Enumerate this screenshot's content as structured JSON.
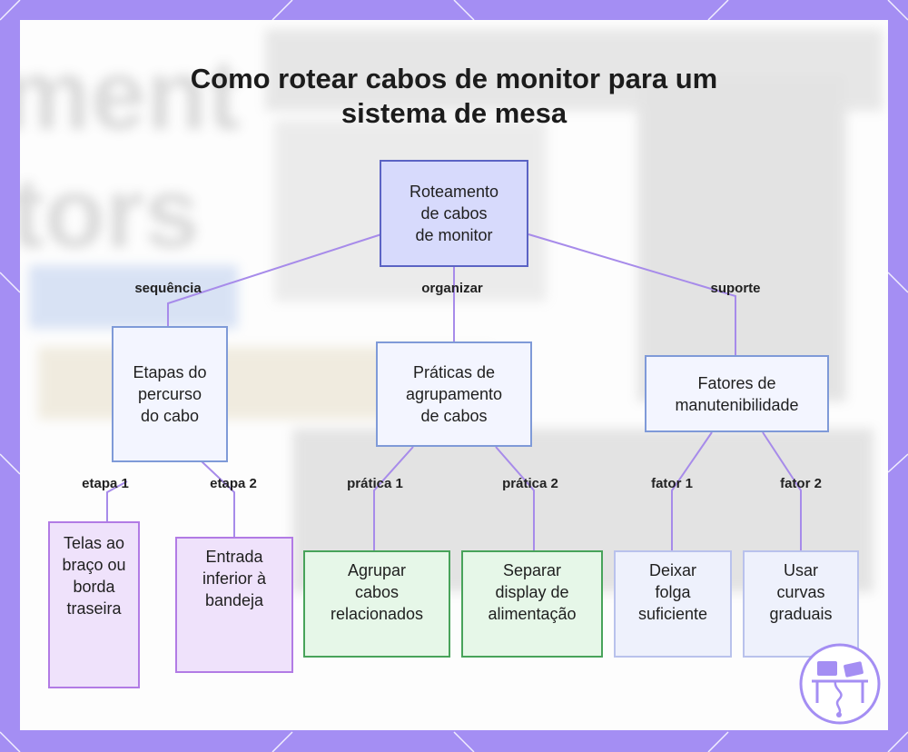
{
  "title": "Como rotear cabos de monitor para um sistema de mesa",
  "colors": {
    "frame": "#a48ef3",
    "edge": "#a78bea",
    "root_fill": "#d7dafc",
    "purple_box": "#efe2fb",
    "green_box": "#e6f7e8",
    "blue_box": "#eef1fc"
  },
  "nodes": {
    "root": "Roteamento\nde cabos\nde monitor",
    "etapas": "Etapas do\npercurso\ndo cabo",
    "praticas": "Práticas de\nagrupamento\nde cabos",
    "fatores": "Fatores de\nmanutenibilidade",
    "telas": "Telas ao\nbraço ou\nborda\ntraseira",
    "entrada": "Entrada\ninferior à\nbandeja",
    "agrupar": "Agrupar\ncabos\nrelacionados",
    "separar": "Separar\ndisplay de\nalimentação",
    "deixar": "Deixar\nfolga\nsuficiente",
    "usar": "Usar\ncurvas\ngraduais"
  },
  "edge_labels": {
    "sequencia": "sequência",
    "organizar": "organizar",
    "suporte": "suporte",
    "etapa1": "etapa 1",
    "etapa2": "etapa 2",
    "pratica1": "prática 1",
    "pratica2": "prática 2",
    "fator1": "fator 1",
    "fator2": "fator 2"
  },
  "logo_icon": "desk-setup-icon"
}
